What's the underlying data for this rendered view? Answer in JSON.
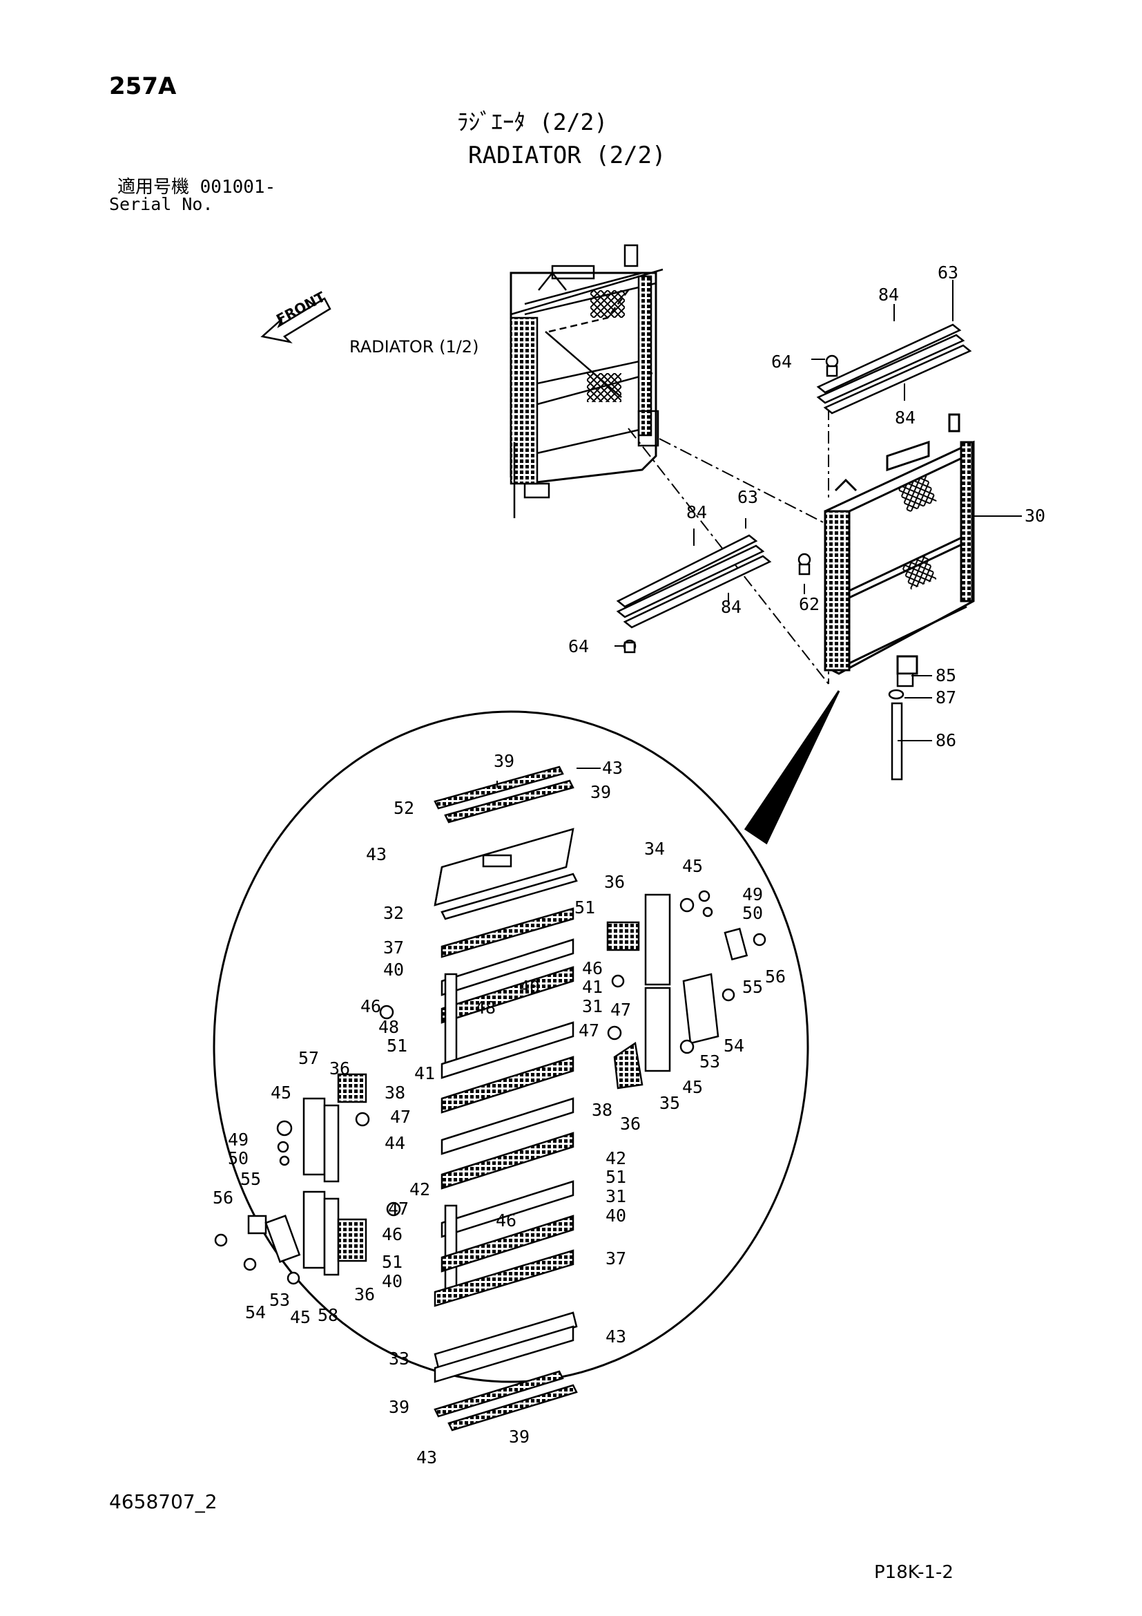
{
  "header": {
    "page_code": "257A",
    "title_jp": "ﾗｼﾞｴｰﾀ (2/2)",
    "title_en": "RADIATOR (2/2)",
    "serial_jp": "適用号機  001001-",
    "serial_en": "Serial No."
  },
  "diagram": {
    "front_label": "FRONT",
    "radiator_ref": "RADIATOR (1/2)"
  },
  "callouts": [
    {
      "id": "c63a",
      "text": "63"
    },
    {
      "id": "c84a",
      "text": "84"
    },
    {
      "id": "c64a",
      "text": "64"
    },
    {
      "id": "c84b",
      "text": "84"
    },
    {
      "id": "c30",
      "text": "30"
    },
    {
      "id": "c84c",
      "text": "84"
    },
    {
      "id": "c63b",
      "text": "63"
    },
    {
      "id": "c62",
      "text": "62"
    },
    {
      "id": "c84d",
      "text": "84"
    },
    {
      "id": "c64b",
      "text": "64"
    },
    {
      "id": "c85",
      "text": "85"
    },
    {
      "id": "c87",
      "text": "87"
    },
    {
      "id": "c86",
      "text": "86"
    },
    {
      "id": "c39a",
      "text": "39"
    },
    {
      "id": "c43a",
      "text": "43"
    },
    {
      "id": "c52",
      "text": "52"
    },
    {
      "id": "c39b",
      "text": "39"
    },
    {
      "id": "c43b",
      "text": "43"
    },
    {
      "id": "c34",
      "text": "34"
    },
    {
      "id": "c45a",
      "text": "45"
    },
    {
      "id": "c36a",
      "text": "36"
    },
    {
      "id": "c49a",
      "text": "49"
    },
    {
      "id": "c50a",
      "text": "50"
    },
    {
      "id": "c32",
      "text": "32"
    },
    {
      "id": "c51a",
      "text": "51"
    },
    {
      "id": "c37a",
      "text": "37"
    },
    {
      "id": "c56a",
      "text": "56"
    },
    {
      "id": "c40a",
      "text": "40"
    },
    {
      "id": "c46a",
      "text": "46"
    },
    {
      "id": "c40b",
      "text": "40"
    },
    {
      "id": "c41a",
      "text": "41"
    },
    {
      "id": "c55a",
      "text": "55"
    },
    {
      "id": "c46b",
      "text": "46"
    },
    {
      "id": "c48a",
      "text": "48"
    },
    {
      "id": "c31a",
      "text": "31"
    },
    {
      "id": "c47a",
      "text": "47"
    },
    {
      "id": "c48b",
      "text": "48"
    },
    {
      "id": "c54a",
      "text": "54"
    },
    {
      "id": "c51b",
      "text": "51"
    },
    {
      "id": "c47b",
      "text": "47"
    },
    {
      "id": "c53a",
      "text": "53"
    },
    {
      "id": "c41b",
      "text": "41"
    },
    {
      "id": "c57",
      "text": "57"
    },
    {
      "id": "c36b",
      "text": "36"
    },
    {
      "id": "c45b",
      "text": "45"
    },
    {
      "id": "c38a",
      "text": "38"
    },
    {
      "id": "c35",
      "text": "35"
    },
    {
      "id": "c36c",
      "text": "36"
    },
    {
      "id": "c45c",
      "text": "45"
    },
    {
      "id": "c47c",
      "text": "47"
    },
    {
      "id": "c38b",
      "text": "38"
    },
    {
      "id": "c49b",
      "text": "49"
    },
    {
      "id": "c44",
      "text": "44"
    },
    {
      "id": "c50b",
      "text": "50"
    },
    {
      "id": "c42a",
      "text": "42"
    },
    {
      "id": "c55b",
      "text": "55"
    },
    {
      "id": "c51c",
      "text": "51"
    },
    {
      "id": "c42b",
      "text": "42"
    },
    {
      "id": "c31b",
      "text": "31"
    },
    {
      "id": "c56b",
      "text": "56"
    },
    {
      "id": "c47d",
      "text": "47"
    },
    {
      "id": "c40c",
      "text": "40"
    },
    {
      "id": "c46c",
      "text": "46"
    },
    {
      "id": "c46d",
      "text": "46"
    },
    {
      "id": "c37b",
      "text": "37"
    },
    {
      "id": "c51d",
      "text": "51"
    },
    {
      "id": "c40d",
      "text": "40"
    },
    {
      "id": "c54b",
      "text": "54"
    },
    {
      "id": "c53b",
      "text": "53"
    },
    {
      "id": "c45d",
      "text": "45"
    },
    {
      "id": "c58",
      "text": "58"
    },
    {
      "id": "c36d",
      "text": "36"
    },
    {
      "id": "c43c",
      "text": "43"
    },
    {
      "id": "c33",
      "text": "33"
    },
    {
      "id": "c39c",
      "text": "39"
    },
    {
      "id": "c39d",
      "text": "39"
    },
    {
      "id": "c43d",
      "text": "43"
    }
  ],
  "footer": {
    "doc_number": "4658707_2",
    "page_ref": "P18K-1-2"
  }
}
